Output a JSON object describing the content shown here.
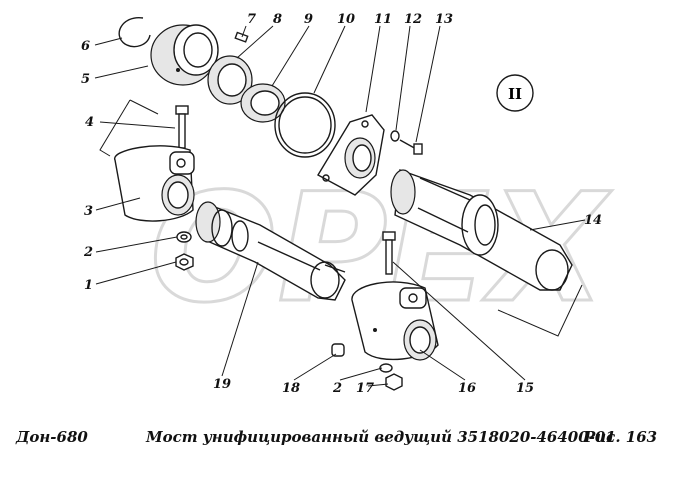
{
  "view_label": "II",
  "callouts": [
    {
      "n": "1"
    },
    {
      "n": "2"
    },
    {
      "n": "3"
    },
    {
      "n": "4"
    },
    {
      "n": "5"
    },
    {
      "n": "6"
    },
    {
      "n": "7"
    },
    {
      "n": "8"
    },
    {
      "n": "9"
    },
    {
      "n": "10"
    },
    {
      "n": "11"
    },
    {
      "n": "12"
    },
    {
      "n": "13"
    },
    {
      "n": "14"
    },
    {
      "n": "15"
    },
    {
      "n": "16"
    },
    {
      "n": "17"
    },
    {
      "n": "18"
    },
    {
      "n": "19"
    },
    {
      "n": "2b",
      "text": "2"
    }
  ],
  "footer": {
    "left": "Дон-680",
    "center": "Мост унифицированный ведущий 3518020-46400-01",
    "right": "Рис.  163"
  },
  "watermark": "OPEX",
  "colors": {
    "ink": "#1a1a1a",
    "watermark": "#d9d9d9",
    "background": "#ffffff"
  }
}
